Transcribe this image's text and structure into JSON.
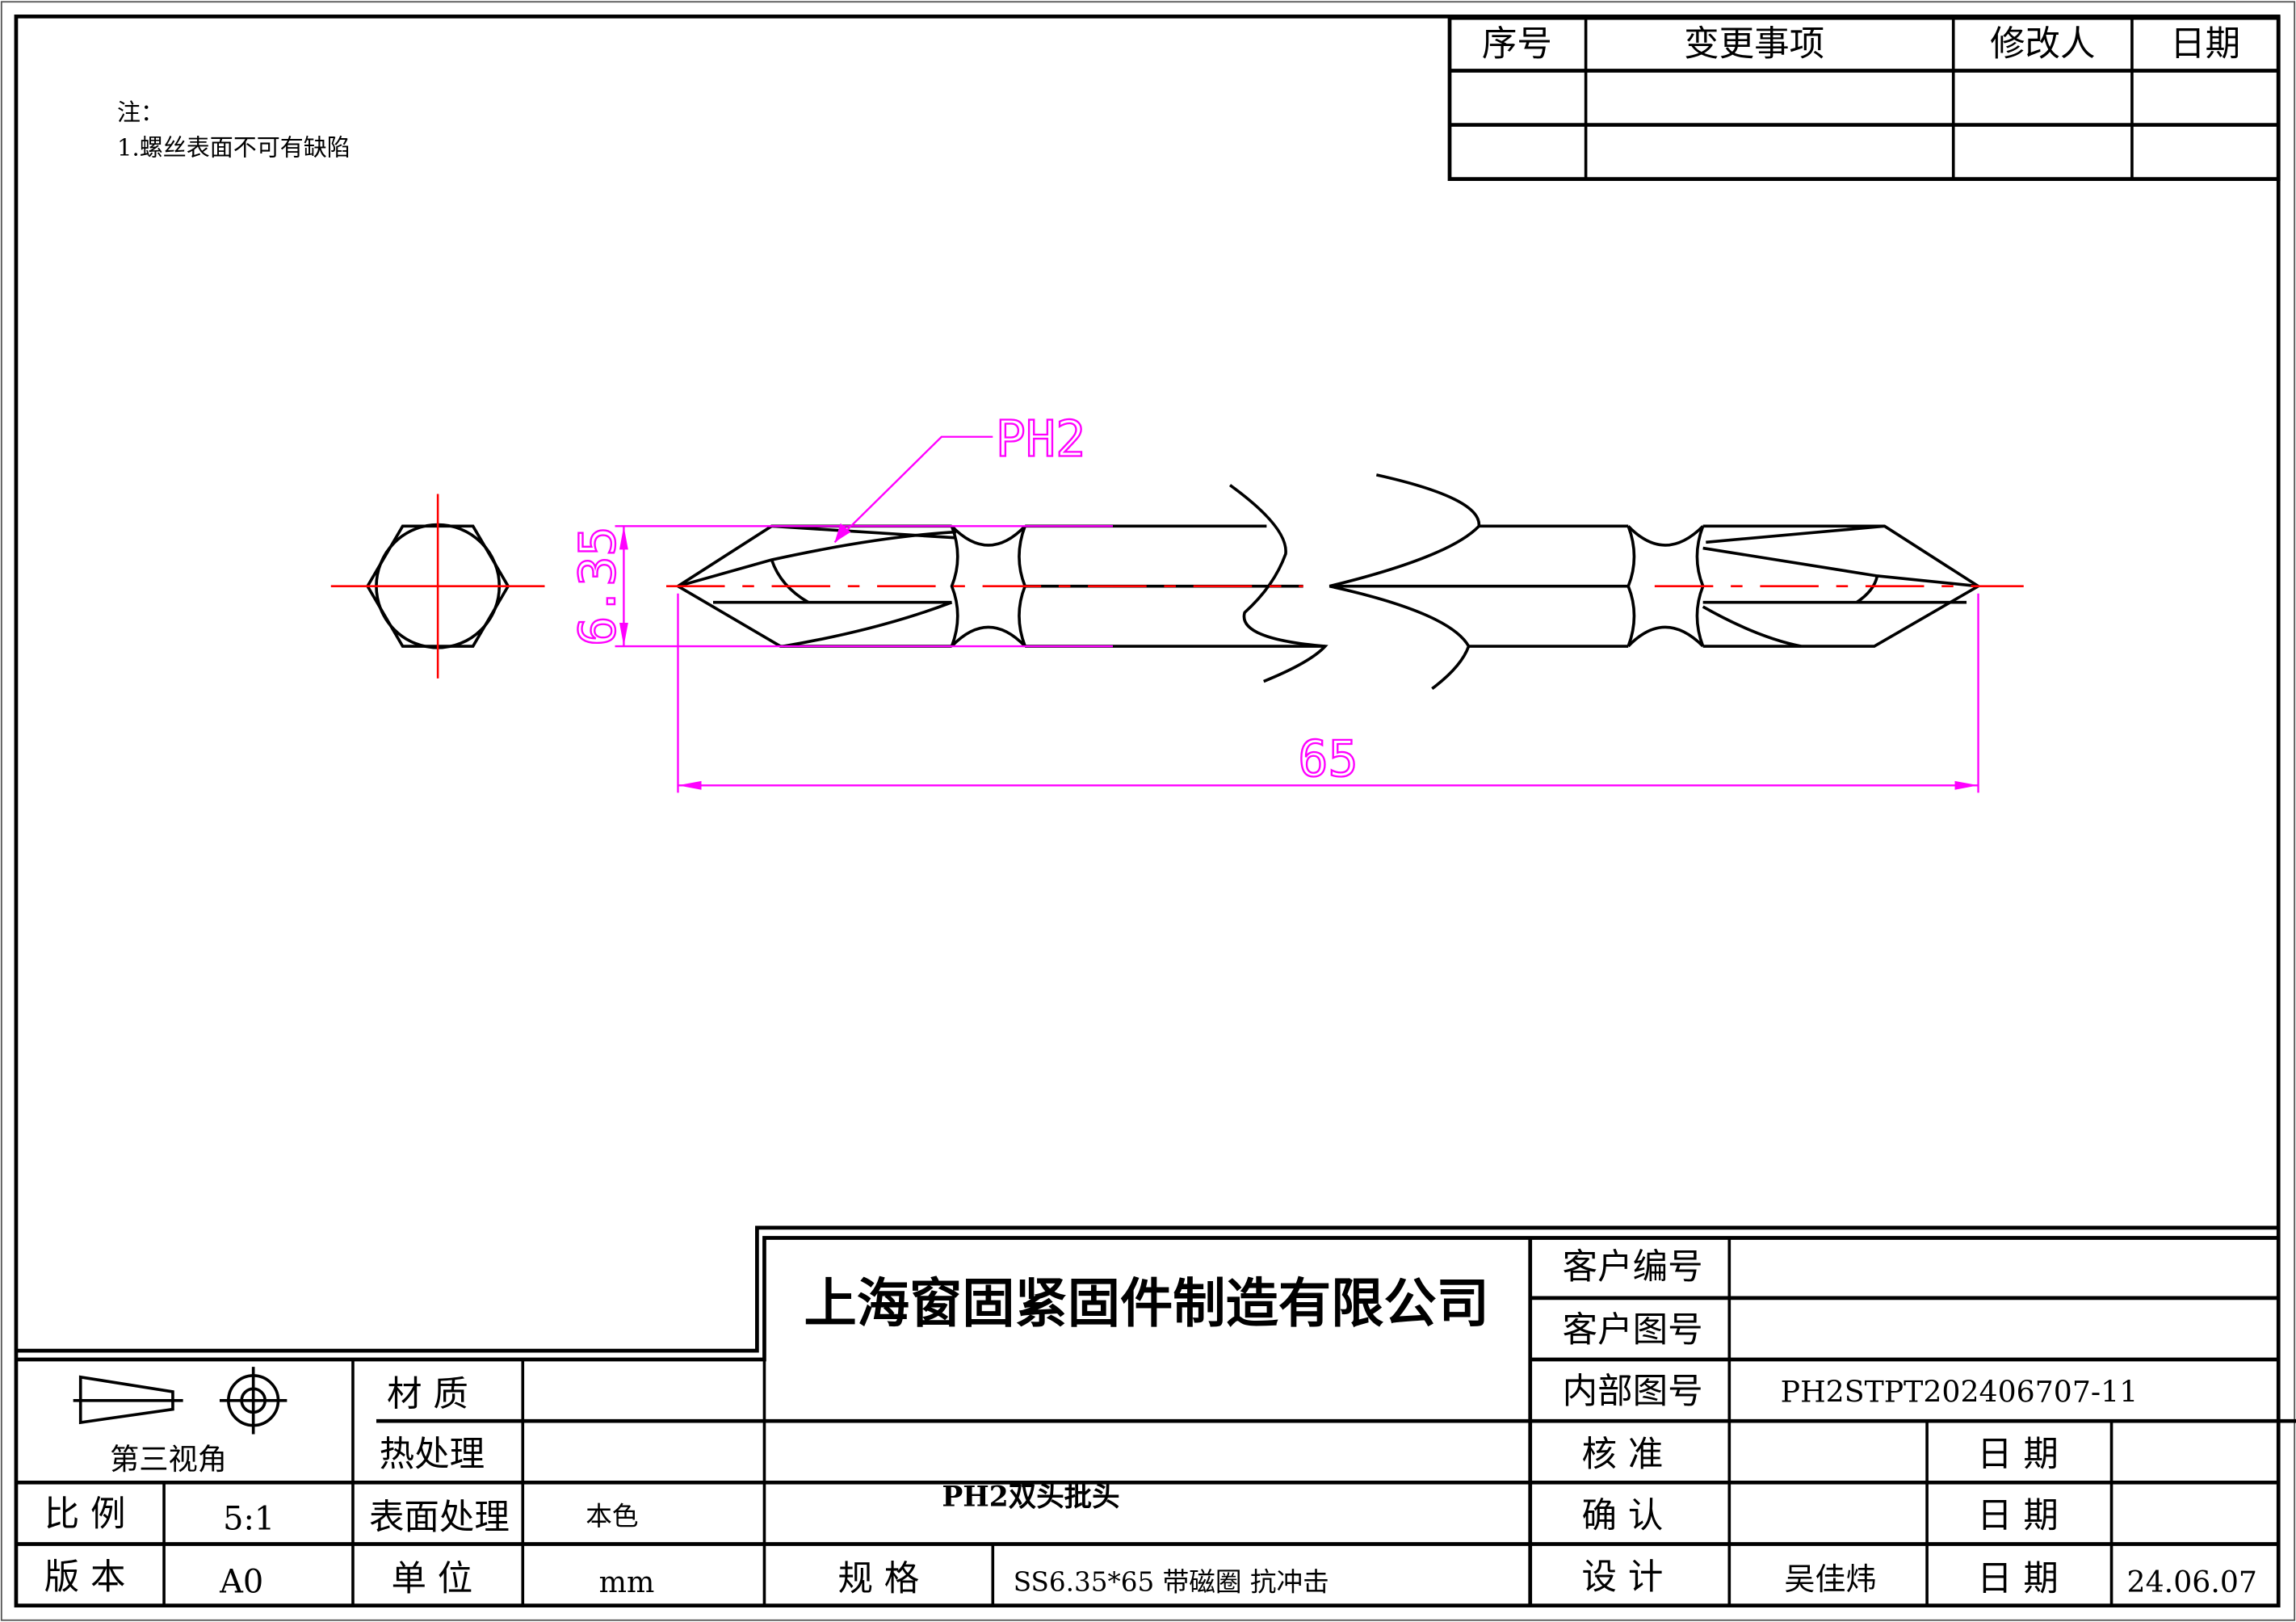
{
  "notes": {
    "heading": "注：",
    "items": [
      "1.螺丝表面不可有缺陷"
    ]
  },
  "revision_table": {
    "headers": [
      "序号",
      "变更事项",
      "修改人",
      "日期"
    ],
    "rows": [
      [
        "",
        "",
        "",
        ""
      ],
      [
        "",
        "",
        "",
        ""
      ]
    ]
  },
  "drawing": {
    "callout": "PH2",
    "dim_diameter": "6.35",
    "dim_length": "65",
    "colors": {
      "outline": "#000000",
      "centerline": "#ff0000",
      "dimension": "#ff00ff"
    }
  },
  "title_block": {
    "company": "上海窗固紧固件制造有限公司",
    "projection": "第三视角",
    "material_label": "材 质",
    "material_value": "",
    "heat_label": "热处理",
    "heat_value": "",
    "surface_label": "表面处理",
    "surface_value": "本色",
    "scale_label": "比 例",
    "scale_value": "5:1",
    "version_label": "版 本",
    "version_value": "A0",
    "unit_label": "单 位",
    "unit_value": "mm",
    "product_name": "PH2双头批头",
    "spec_label": "规  格",
    "spec_value": "SS6.35*65 带磁圈 抗冲击",
    "customer_no_label": "客户编号",
    "customer_no_value": "",
    "customer_dwg_label": "客户图号",
    "customer_dwg_value": "",
    "internal_dwg_label": "内部图号",
    "internal_dwg_value": "PH2STPT202406707-11",
    "approve_label": "核   准",
    "approve_value": "",
    "confirm_label": "确   认",
    "confirm_value": "",
    "design_label": "设   计",
    "design_value": "吴佳炜",
    "date_label": "日 期",
    "approve_date": "",
    "confirm_date": "",
    "design_date": "24.06.07"
  }
}
